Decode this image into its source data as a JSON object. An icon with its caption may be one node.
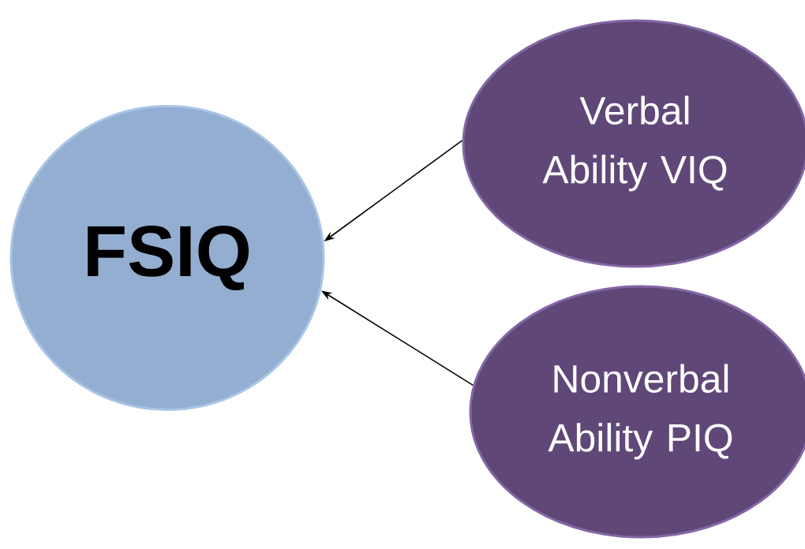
{
  "diagram": {
    "nodes": [
      {
        "text": [
          "FSIQ"
        ]
      },
      {
        "text": [
          "Verbal Ability VIQ"
        ]
      },
      {
        "text": [
          "Nonverbal Ability PIQ"
        ]
      }
    ],
    "edges": [
      {
        "from": 1,
        "to": 0,
        "arrow": "to"
      },
      {
        "from": 2,
        "to": 0,
        "arrow": "to"
      }
    ]
  }
}
